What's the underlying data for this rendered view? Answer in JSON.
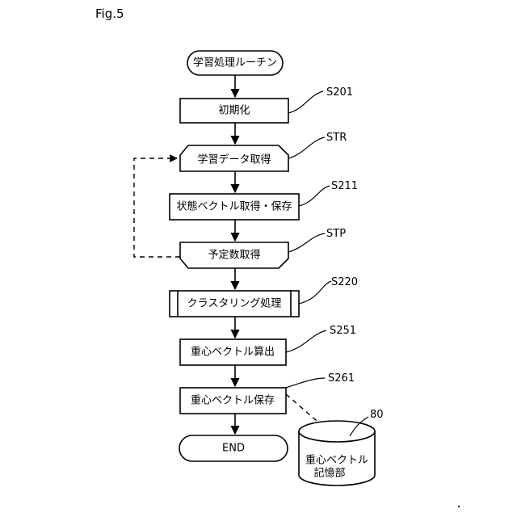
{
  "figure": {
    "title": "Fig.5",
    "start_label": "学習処理ルーチン",
    "end_label": "END",
    "steps": [
      {
        "id": "s201",
        "ref": "S201",
        "label": "初期化"
      },
      {
        "id": "str",
        "ref": "STR",
        "label": "学習データ取得"
      },
      {
        "id": "s211",
        "ref": "S211",
        "label": "状態ベクトル取得・保存"
      },
      {
        "id": "stp",
        "ref": "STP",
        "label": "予定数取得"
      },
      {
        "id": "s220",
        "ref": "S220",
        "label": "クラスタリング処理"
      },
      {
        "id": "s251",
        "ref": "S251",
        "label": "重心ベクトル算出"
      },
      {
        "id": "s261",
        "ref": "S261",
        "label": "重心ベクトル保存"
      }
    ],
    "storage": {
      "ref": "80",
      "label_line1": "重心ベクトル",
      "label_line2": "記憶部"
    }
  }
}
